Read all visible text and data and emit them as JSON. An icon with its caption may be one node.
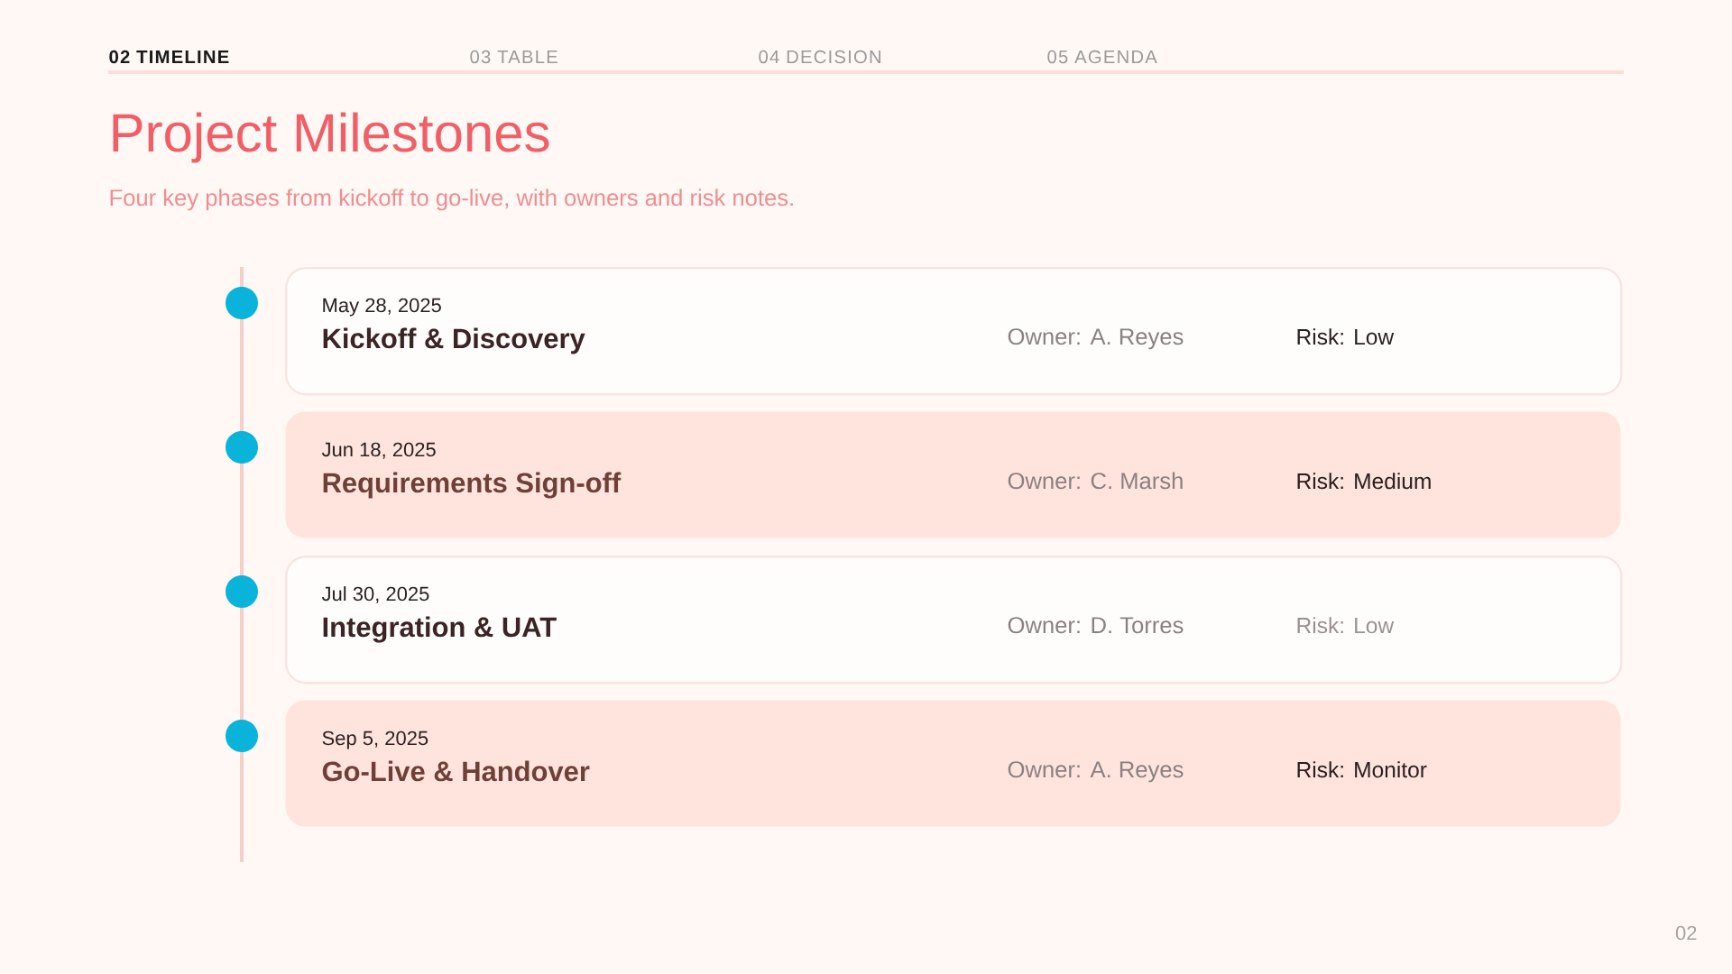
{
  "diagram": {
    "title": "Project Milestones",
    "nodes": [
      {
        "text": [
          "May 28, 2025",
          "Kickoff & Discovery",
          "Owner: A. Reyes",
          "Risk: Low"
        ]
      },
      {
        "text": [
          "Jun 18, 2025",
          "Requirements Sign-off",
          "Owner: C. Marsh",
          "Risk: Medium"
        ]
      },
      {
        "text": [
          "Jul 30, 2025",
          "Integration & UAT",
          "Owner: D. Torres",
          "Risk: Low"
        ]
      },
      {
        "text": [
          "Sep 5, 2025",
          "Go-Live & Handover",
          "Owner: A. Reyes",
          "Risk: Monitor"
        ]
      }
    ],
    "labels": [
      "02 TIMELINE",
      "03 TABLE",
      "04 DECISION",
      "05 AGENDA",
      "Four key phases from kickoff to go-live, with owners and risk notes.",
      "02"
    ]
  }
}
